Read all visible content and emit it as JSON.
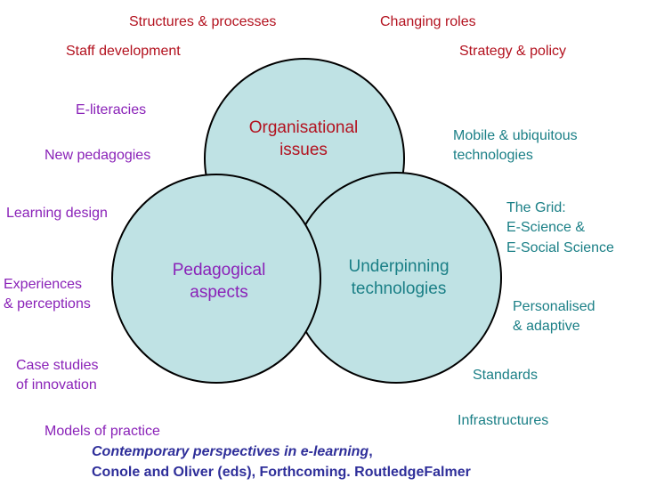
{
  "circles": {
    "organisational": {
      "title_1": "Organisational",
      "title_2": "issues",
      "color": "#b3121f"
    },
    "pedagogical": {
      "title_1": "Pedagogical",
      "title_2": "aspects",
      "color": "#8a22b8"
    },
    "technologies": {
      "title_1": "Underpinning",
      "title_2": "technologies",
      "color": "#1a7f86"
    },
    "fill_color": "#bfe2e4",
    "stroke_color": "#000000"
  },
  "organisational_labels": {
    "structures": "Structures & processes",
    "changing_roles": "Changing roles",
    "staff_development": "Staff development",
    "strategy": "Strategy & policy"
  },
  "pedagogical_labels": {
    "e_literacies": "E-literacies",
    "new_pedagogies": "New pedagogies",
    "learning_design": "Learning design",
    "experiences_1": "Experiences",
    "experiences_2": "& perceptions",
    "case_studies_1": "Case studies",
    "case_studies_2": "of innovation",
    "models": "Models of practice"
  },
  "technology_labels": {
    "mobile_1": "Mobile & ubiquitous",
    "mobile_2": "technologies",
    "grid_1": "The Grid:",
    "grid_2": "E-Science &",
    "grid_3": "E-Social Science",
    "personalised_1": "Personalised",
    "personalised_2": "& adaptive",
    "standards": "Standards",
    "infrastructures": "Infrastructures"
  },
  "citation": {
    "title": "Contemporary perspectives in e-learning",
    "title_suffix": ",",
    "line_2": "Conole and Oliver (eds), Forthcoming. RoutledgeFalmer"
  }
}
